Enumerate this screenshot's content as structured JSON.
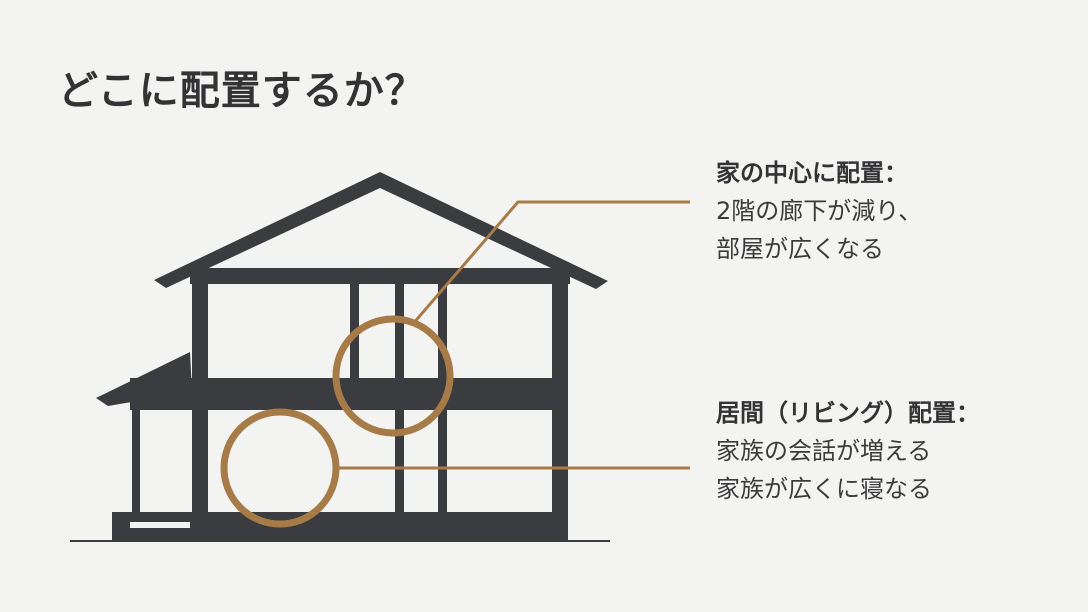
{
  "slide": {
    "title": "どこに配置するか？"
  },
  "callouts": [
    {
      "heading": "家の中心に配置：",
      "lines": [
        "2階の廊下が減り、",
        "部屋が広くなる"
      ]
    },
    {
      "heading": "居間（リビング）配置：",
      "lines": [
        "家族の会話が増える",
        "家族が広くに寝なる"
      ]
    }
  ],
  "colors": {
    "structure": "#3b3c3f",
    "accent": "#a77b48",
    "background": "#f3f3f1",
    "text": "#333335"
  }
}
